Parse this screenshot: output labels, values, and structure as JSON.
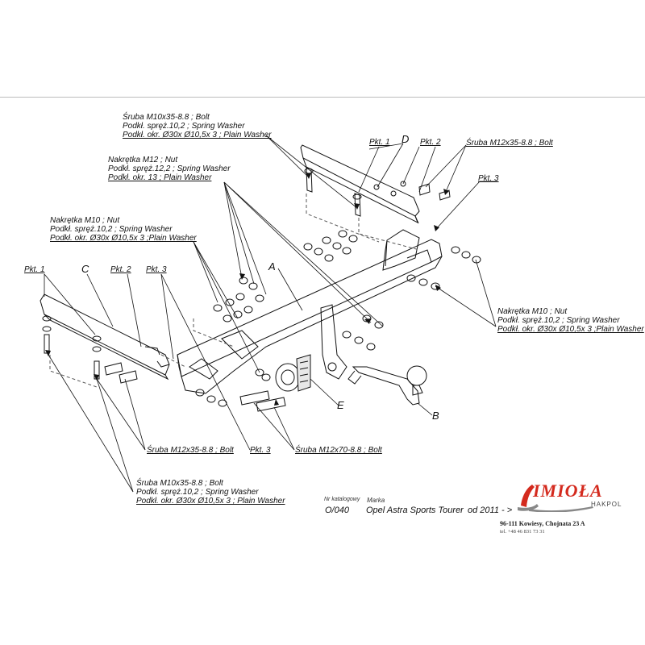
{
  "callouts": {
    "top_bolt": [
      "Śruba M10x35-8.8 ;  Bolt",
      "Podkł. spręż.10,2 ; Spring Washer",
      "Podkł. okr.  Ø30x Ø10,5x 3 ; Plain Washer"
    ],
    "nut_m12": [
      "Nakrętka  M12 ; Nut",
      "Podkł. spręż.12,2 ; Spring Washer",
      "Podkł. okr. 13 ; Plain Washer"
    ],
    "nut_m10_left": [
      "Nakrętka  M10 ; Nut",
      "Podkł. spręż.10,2 ; Spring Washer",
      "Podkł. okr.  Ø30x Ø10,5x 3 ;Plain Washer"
    ],
    "nut_m10_right": [
      "Nakrętka  M10 ; Nut",
      "Podkł. spręż.10,2 ; Spring Washer",
      "Podkł. okr.  Ø30x Ø10,5x 3 ;Plain Washer"
    ],
    "bolt_m12x35_top": "Śruba M12x35-8.8 ;  Bolt",
    "bolt_m12x35_bottom": "Śruba M12x35-8.8 ;  Bolt",
    "bolt_m12x70": "Śruba M12x70-8.8 ;  Bolt",
    "bottom_bolt": [
      "Śruba M10x35-8.8 ;  Bolt",
      "Podkł. spręż.10,2 ; Spring Washer",
      "Podkł. okr.  Ø30x Ø10,5x 3 ; Plain Washer"
    ]
  },
  "points": {
    "pkt1_top": "Pkt. 1",
    "pkt2_top": "Pkt. 2",
    "pkt3_right": "Pkt. 3",
    "pkt1_left": "Pkt. 1",
    "pkt2_left": "Pkt. 2",
    "pkt3_left": "Pkt. 3",
    "pkt3_bottom": "Pkt. 3"
  },
  "letters": {
    "A": "A",
    "B": "B",
    "C": "C",
    "D": "D",
    "E": "E"
  },
  "catalog": {
    "nr_label": "Nr katalogowy",
    "marka_label": "Marka",
    "nr_value": "O/040",
    "marka_value": "Opel Astra Sports Tourer",
    "from_value": "od 2011 - >"
  },
  "brand": {
    "name": "IMIOŁA",
    "sub": "HAKPOL",
    "address": "96-111 Kowiesy, Chojnata 23 A",
    "tel": "tel. +48 46 831 73 31",
    "accent": "#d42a1e"
  }
}
